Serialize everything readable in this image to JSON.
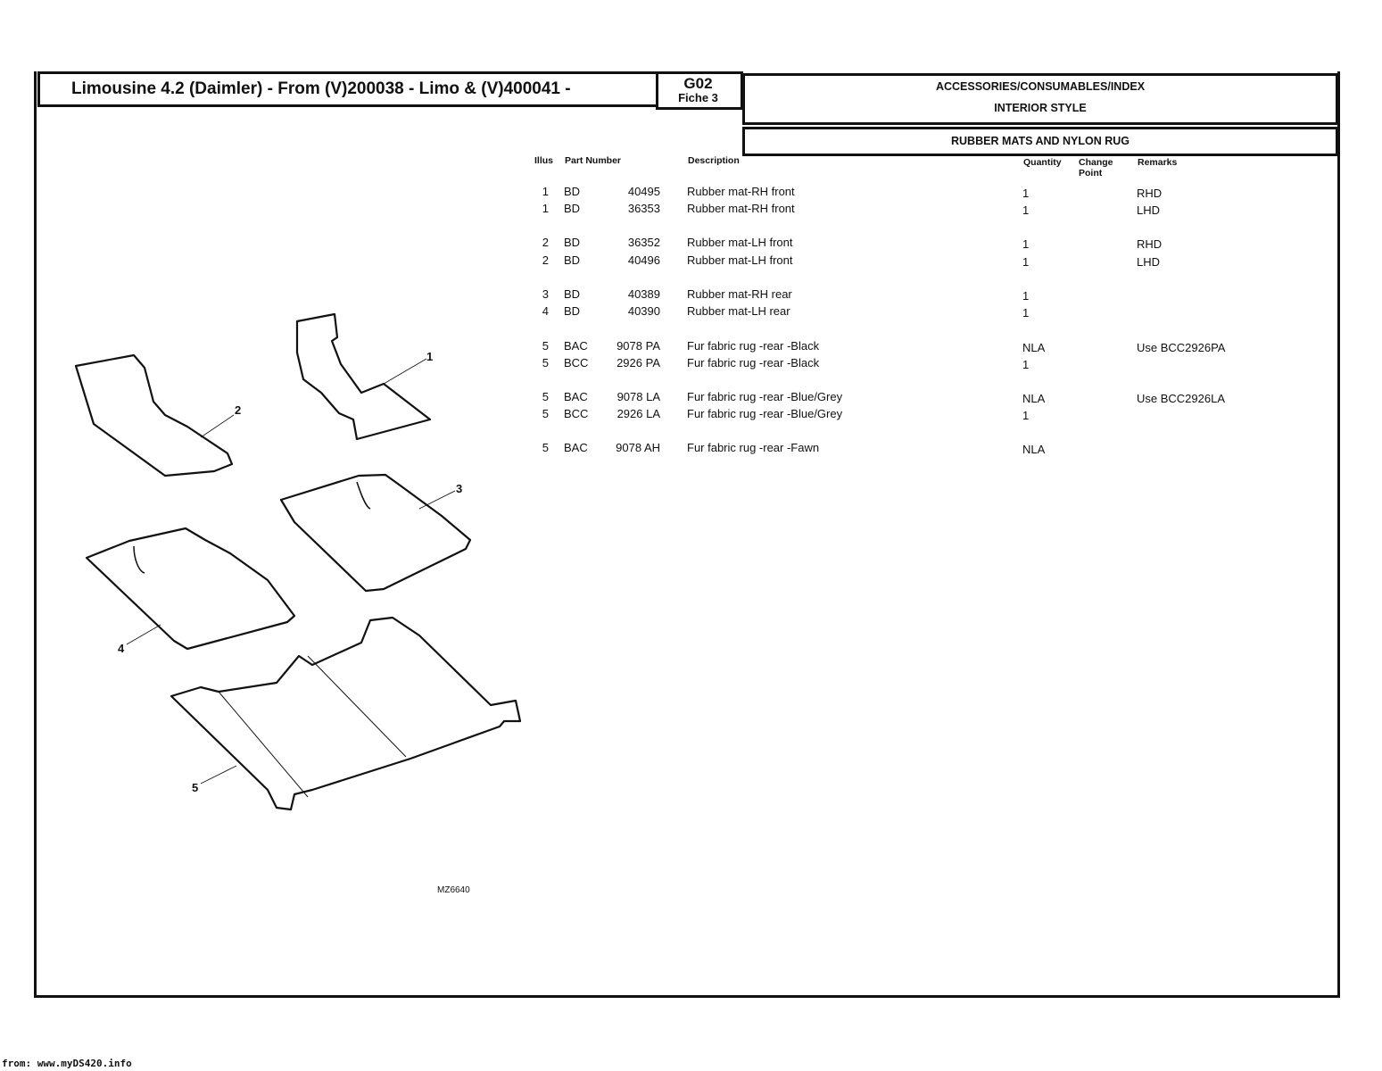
{
  "header": {
    "title": "Limousine 4.2 (Daimler) - From (V)200038 - Limo & (V)400041 -",
    "code": "G02",
    "fiche": "Fiche 3",
    "section": "ACCESSORIES/CONSUMABLES/INDEX",
    "subsection": "INTERIOR STYLE",
    "group": "RUBBER MATS AND NYLON RUG"
  },
  "table": {
    "columns": {
      "illus": "Illus",
      "part_number": "Part Number",
      "description": "Description",
      "quantity": "Quantity",
      "change_point": "Change Point",
      "remarks": "Remarks"
    },
    "rows": [
      {
        "illus": "1",
        "prefix": "BD",
        "number": "40495",
        "description": "Rubber mat-RH front",
        "quantity": "1",
        "remarks": "RHD"
      },
      {
        "illus": "1",
        "prefix": "BD",
        "number": "36353",
        "description": "Rubber mat-RH front",
        "quantity": "1",
        "remarks": "LHD"
      },
      {
        "illus": "2",
        "prefix": "BD",
        "number": "36352",
        "description": "Rubber mat-LH front",
        "quantity": "1",
        "remarks": "RHD"
      },
      {
        "illus": "2",
        "prefix": "BD",
        "number": "40496",
        "description": "Rubber mat-LH front",
        "quantity": "1",
        "remarks": "LHD"
      },
      {
        "illus": "3",
        "prefix": "BD",
        "number": "40389",
        "description": "Rubber mat-RH rear",
        "quantity": "1",
        "remarks": ""
      },
      {
        "illus": "4",
        "prefix": "BD",
        "number": "40390",
        "description": "Rubber mat-LH rear",
        "quantity": "1",
        "remarks": ""
      },
      {
        "illus": "5",
        "prefix": "BAC",
        "number": "9078 PA",
        "description": "Fur fabric rug -rear -Black",
        "quantity": "NLA",
        "remarks": "Use BCC2926PA"
      },
      {
        "illus": "5",
        "prefix": "BCC",
        "number": "2926 PA",
        "description": "Fur fabric rug -rear -Black",
        "quantity": "1",
        "remarks": ""
      },
      {
        "illus": "5",
        "prefix": "BAC",
        "number": "9078 LA",
        "description": "Fur fabric rug -rear -Blue/Grey",
        "quantity": "NLA",
        "remarks": "Use BCC2926LA"
      },
      {
        "illus": "5",
        "prefix": "BCC",
        "number": "2926 LA",
        "description": "Fur fabric rug -rear -Blue/Grey",
        "quantity": "1",
        "remarks": ""
      },
      {
        "illus": "5",
        "prefix": "BAC",
        "number": "9078 AH",
        "description": "Fur fabric rug -rear -Fawn",
        "quantity": "NLA",
        "remarks": ""
      }
    ]
  },
  "illustration": {
    "callouts": [
      "1",
      "2",
      "3",
      "4",
      "5"
    ],
    "reference": "MZ6640"
  },
  "footer": "from: www.myDS420.info"
}
